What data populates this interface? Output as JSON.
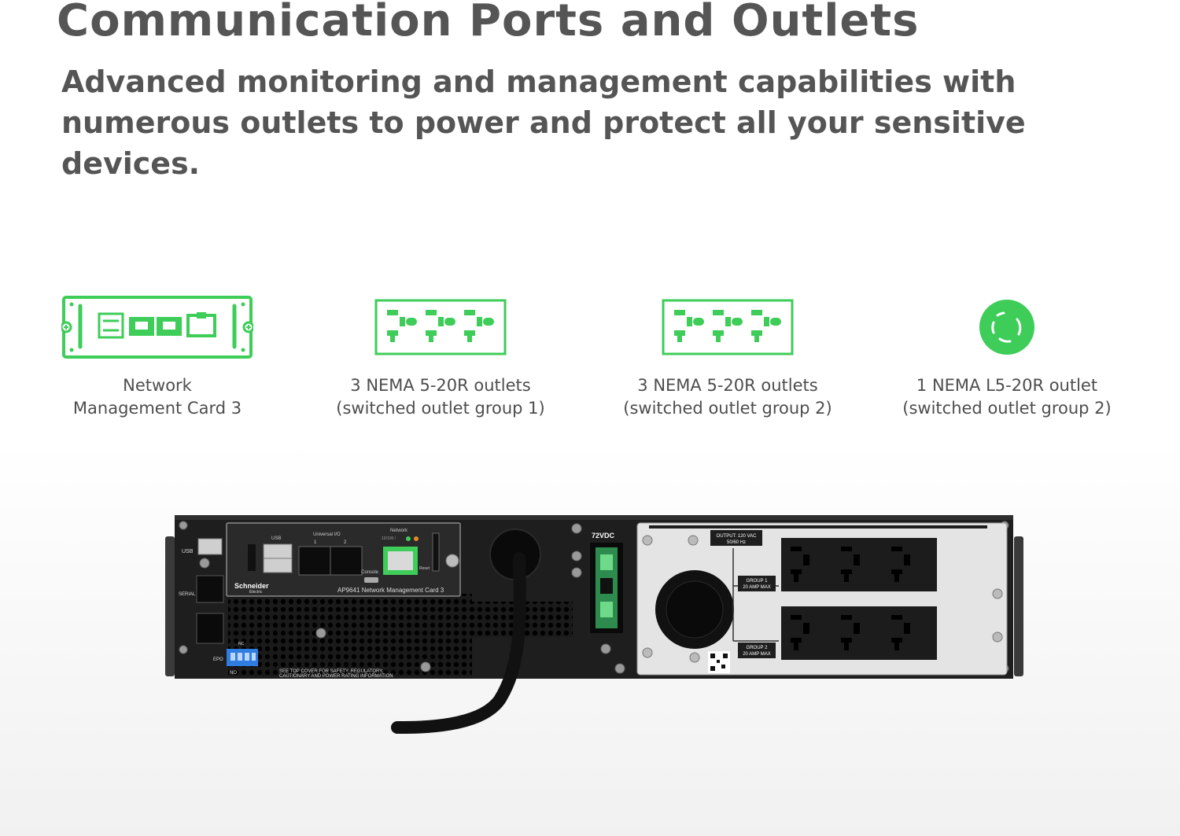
{
  "header": {
    "title": "Communication Ports and Outlets",
    "subtitle": "Advanced monitoring and management capabilities with numerous outlets to power and protect all your sensitive devices."
  },
  "features": [
    {
      "icon": "network-card-icon",
      "line1": "Network",
      "line2": "Management Card 3"
    },
    {
      "icon": "nema-5-20r-outlets-icon",
      "line1": "3 NEMA 5-20R outlets",
      "line2": "(switched outlet group 1)"
    },
    {
      "icon": "nema-5-20r-outlets-icon",
      "line1": "3 NEMA 5-20R outlets",
      "line2": "(switched outlet group 2)"
    },
    {
      "icon": "nema-l5-20r-outlet-icon",
      "line1": "1 NEMA L5-20R outlet",
      "line2": "(switched outlet group 2)"
    }
  ],
  "accent_color": "#3dcd58",
  "device": {
    "usb": "USB",
    "serial": "SERIAL",
    "epo": "EPO",
    "no": "NO",
    "nc": "NC",
    "nmc_usb": "USB",
    "universal_io": "Universal I/O",
    "uio_1": "1",
    "uio_2": "2",
    "network": "Network",
    "speed": "10/100 /",
    "console": "Console",
    "reset": "Reset",
    "card_model": "AP9641 Network Management Card 3",
    "brand": "Schneider",
    "brand_sub": "Electric",
    "warning_1": "SEE TOP COVER FOR SAFETY, REGULATORY,",
    "warning_2": "CAUTIONARY AND POWER RATING INFORMATION",
    "dc": "72VDC",
    "output_1": "OUTPUT: 120 VAC",
    "output_2": "50/60 Hz",
    "group1_a": "GROUP 1",
    "group1_b": "20 AMP MAX",
    "group2_a": "GROUP 2",
    "group2_b": "20 AMP MAX"
  }
}
